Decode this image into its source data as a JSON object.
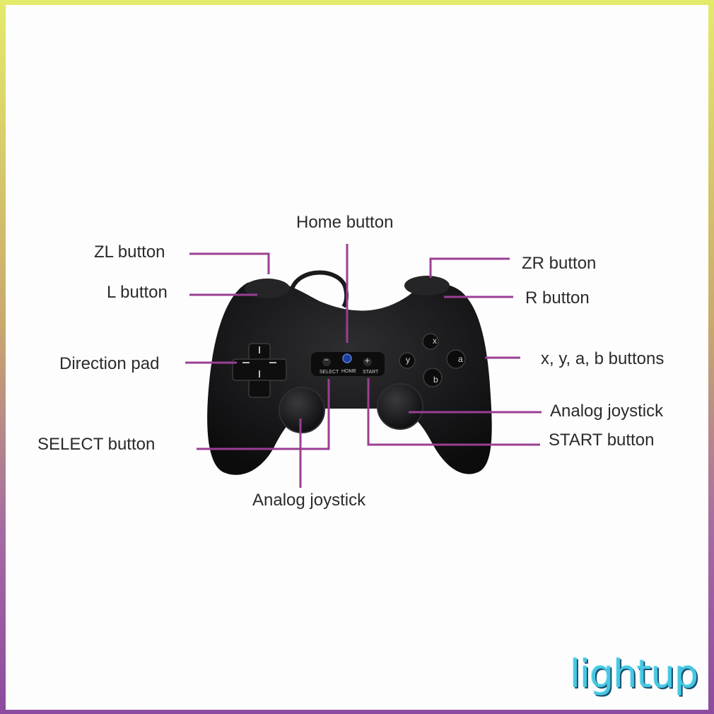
{
  "labels": {
    "home": "Home button",
    "zl": "ZL button",
    "l": "L button",
    "zr": "ZR button",
    "r": "R button",
    "dpad": "Direction pad",
    "xyab": "x, y, a, b buttons",
    "select": "SELECT button",
    "joystick_right": "Analog joystick",
    "start": "START button",
    "joystick_left": "Analog joystick"
  },
  "controller": {
    "select_text": "SELECT",
    "home_text": "HOME",
    "start_text": "START",
    "minus_symbol": "−",
    "plus_symbol": "+",
    "buttons": {
      "x": "x",
      "y": "y",
      "a": "a",
      "b": "b"
    }
  },
  "brand": "lightup",
  "colors": {
    "leader": "#9b3f93",
    "controller": "#1a1a1c",
    "brand": "#46c8e2",
    "frame_top": "#e4ea6a",
    "frame_bottom": "#8c4b9f"
  }
}
